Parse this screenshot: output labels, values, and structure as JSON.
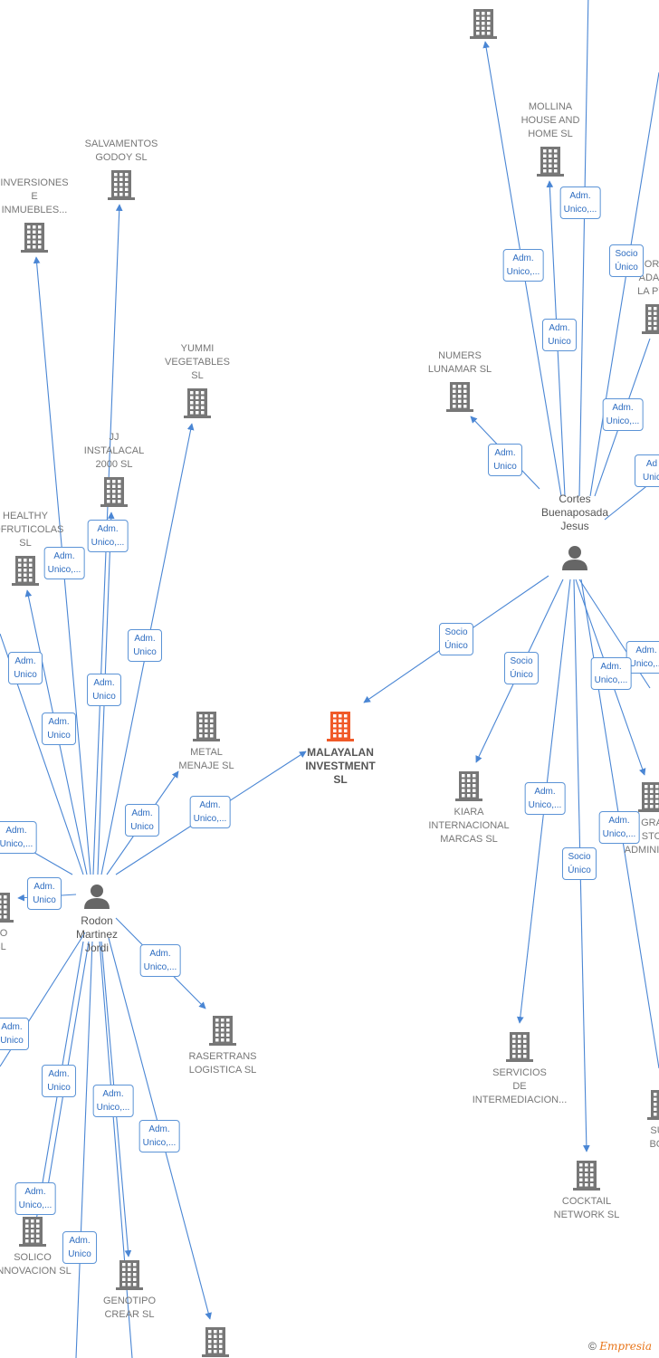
{
  "companies": [
    {
      "id": "top",
      "lines": []
    },
    {
      "id": "mollina",
      "lines": [
        "MOLLINA",
        "HOUSE AND",
        "HOME SL"
      ]
    },
    {
      "id": "salvamentos",
      "lines": [
        "SALVAMENTOS",
        "GODOY SL"
      ]
    },
    {
      "id": "inversiones",
      "lines": [
        "INVERSIONES",
        "E",
        "INMUEBLES..."
      ]
    },
    {
      "id": "yummi",
      "lines": [
        "YUMMI",
        "VEGETABLES",
        "SL"
      ]
    },
    {
      "id": "jj",
      "lines": [
        "JJ",
        "INSTALACAL",
        "2000  SL"
      ]
    },
    {
      "id": "healthy",
      "lines": [
        "HEALTHY",
        "TOFRUTICOLAS",
        "SL"
      ]
    },
    {
      "id": "numers",
      "lines": [
        "NUMERS",
        "LUNAMAR SL"
      ]
    },
    {
      "id": "orn",
      "lines": [
        "ORN",
        "ADAPT",
        "LA PYM"
      ]
    },
    {
      "id": "metal",
      "lines": [
        "METAL",
        "MENAJE  SL"
      ]
    },
    {
      "id": "malayalan",
      "lines": [
        "MALAYALAN",
        "INVESTMENT",
        "SL"
      ]
    },
    {
      "id": "kiara",
      "lines": [
        "KIARA",
        "INTERNACIONAL",
        "MARCAS  SL"
      ]
    },
    {
      "id": "gra",
      "lines": [
        "GRA",
        "STO",
        "ADMINISTR"
      ]
    },
    {
      "id": "ro",
      "lines": [
        "RO",
        "SL"
      ]
    },
    {
      "id": "rasertrans",
      "lines": [
        "RASERTRANS",
        "LOGISTICA  SL"
      ]
    },
    {
      "id": "servicios",
      "lines": [
        "SERVICIOS",
        "DE",
        "INTERMEDIACION..."
      ]
    },
    {
      "id": "sur",
      "lines": [
        "SUR",
        "BOM"
      ]
    },
    {
      "id": "cocktail",
      "lines": [
        "COCKTAIL",
        "NETWORK  SL"
      ]
    },
    {
      "id": "solico",
      "lines": [
        "SOLICO",
        "INNOVACION  SL"
      ]
    },
    {
      "id": "genotipo",
      "lines": [
        "GENOTIPO",
        "CREAR  SL"
      ]
    },
    {
      "id": "bottom",
      "lines": []
    }
  ],
  "persons": [
    {
      "id": "cortes",
      "lines": [
        "Cortes",
        "Buenaposada",
        "Jesus"
      ]
    },
    {
      "id": "rodon",
      "lines": [
        "Rodon",
        "Martinez",
        "Jordi"
      ]
    }
  ],
  "edge_labels": [
    {
      "id": "e1",
      "lines": [
        "Adm.",
        "Unico,..."
      ]
    },
    {
      "id": "e2",
      "lines": [
        "Adm.",
        "Unico,..."
      ]
    },
    {
      "id": "e3",
      "lines": [
        "Socio",
        "Único"
      ]
    },
    {
      "id": "e4",
      "lines": [
        "Adm.",
        "Unico"
      ]
    },
    {
      "id": "e5",
      "lines": [
        "Adm.",
        "Unico,..."
      ]
    },
    {
      "id": "e6",
      "lines": [
        "Adm.",
        "Unico"
      ]
    },
    {
      "id": "e7",
      "lines": [
        "Ad",
        "Unic"
      ]
    },
    {
      "id": "e8",
      "lines": [
        "Socio",
        "Único"
      ]
    },
    {
      "id": "e9",
      "lines": [
        "Socio",
        "Único"
      ]
    },
    {
      "id": "e10",
      "lines": [
        "Adm.",
        "Unico,..."
      ]
    },
    {
      "id": "e11",
      "lines": [
        "Adm.",
        "Unico,..."
      ]
    },
    {
      "id": "e12",
      "lines": [
        "Adm.",
        "Unico,..."
      ]
    },
    {
      "id": "e13",
      "lines": [
        "Adm.",
        "Unico,..."
      ]
    },
    {
      "id": "e14",
      "lines": [
        "Socio",
        "Único"
      ]
    },
    {
      "id": "e15",
      "lines": [
        "Adm.",
        "Unico,..."
      ]
    },
    {
      "id": "e16",
      "lines": [
        "Adm.",
        "Unico,..."
      ]
    },
    {
      "id": "e17",
      "lines": [
        "Adm.",
        "Unico"
      ]
    },
    {
      "id": "e18",
      "lines": [
        "Adm.",
        "Unico"
      ]
    },
    {
      "id": "e19",
      "lines": [
        "Adm.",
        "Unico"
      ]
    },
    {
      "id": "e20",
      "lines": [
        "Adm.",
        "Unico"
      ]
    },
    {
      "id": "e21",
      "lines": [
        "Adm.",
        "Unico"
      ]
    },
    {
      "id": "e22",
      "lines": [
        "Adm.",
        "Unico,..."
      ]
    },
    {
      "id": "e23",
      "lines": [
        "Adm.",
        "Unico,..."
      ]
    },
    {
      "id": "e24",
      "lines": [
        "Adm.",
        "Unico"
      ]
    },
    {
      "id": "e25",
      "lines": [
        "Adm.",
        "Unico,..."
      ]
    },
    {
      "id": "e26",
      "lines": [
        "Adm.",
        "Unico"
      ]
    },
    {
      "id": "e27",
      "lines": [
        "Adm.",
        "Unico"
      ]
    },
    {
      "id": "e28",
      "lines": [
        "Adm.",
        "Unico,..."
      ]
    },
    {
      "id": "e29",
      "lines": [
        "Adm.",
        "Unico,..."
      ]
    },
    {
      "id": "e30",
      "lines": [
        "Adm.",
        "Unico,..."
      ]
    },
    {
      "id": "e31",
      "lines": [
        "Adm.",
        "Unico"
      ]
    }
  ],
  "colors": {
    "edge": "#4a86d4",
    "company_icon": "#777777",
    "target_icon": "#f05a28",
    "person_icon": "#666666",
    "label_border": "#5b93d6",
    "label_text": "#2d6cc0"
  },
  "watermark": {
    "symbol": "©",
    "brand": "Empresia"
  }
}
